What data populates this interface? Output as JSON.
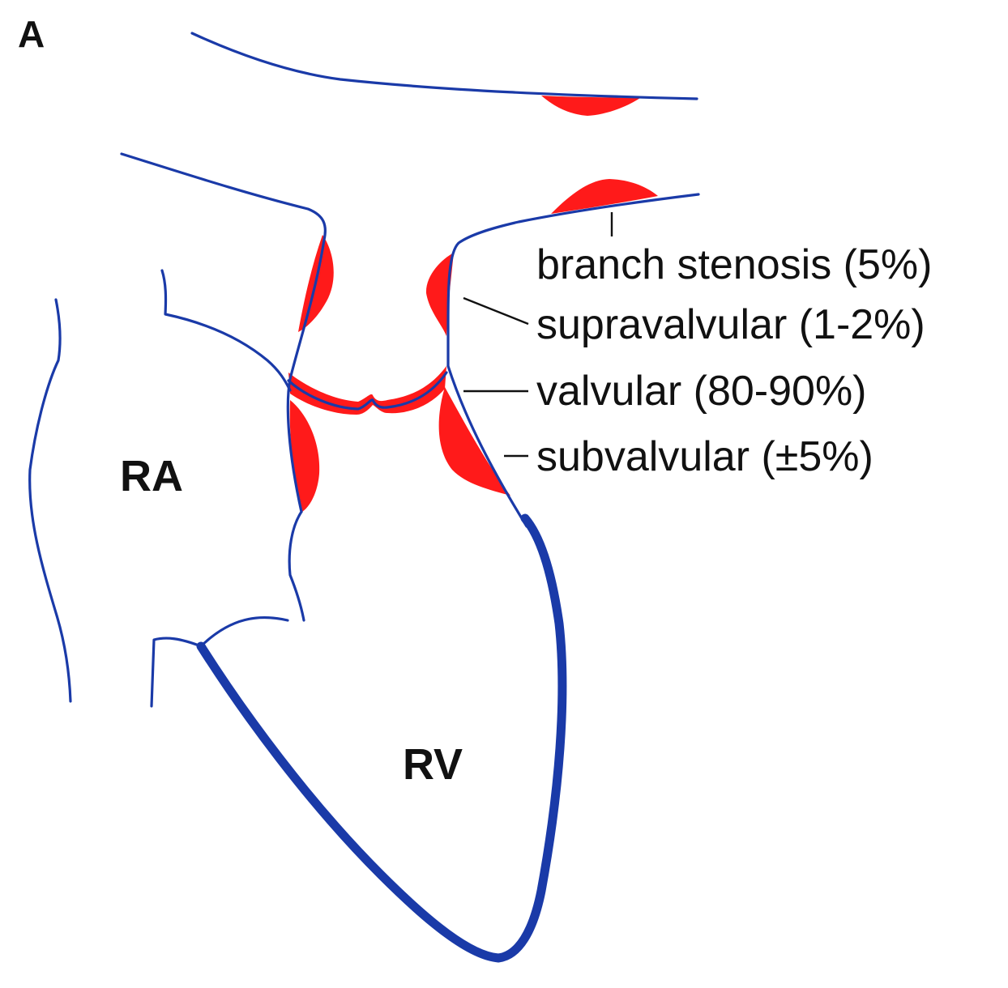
{
  "figure": {
    "panel_label": "A",
    "chambers": {
      "ra": "RA",
      "rv": "RV"
    },
    "annotations": [
      {
        "id": "branch",
        "text": "branch stenosis (5%)"
      },
      {
        "id": "supravalvular",
        "text": "supravalvular (1-2%)"
      },
      {
        "id": "valvular",
        "text": "valvular (80-90%)"
      },
      {
        "id": "subvalvular",
        "text": "subvalvular (±5%)"
      }
    ],
    "colors": {
      "outline": "#1a3aa8",
      "lesion": "#ff1a1a",
      "text": "#111111"
    }
  }
}
